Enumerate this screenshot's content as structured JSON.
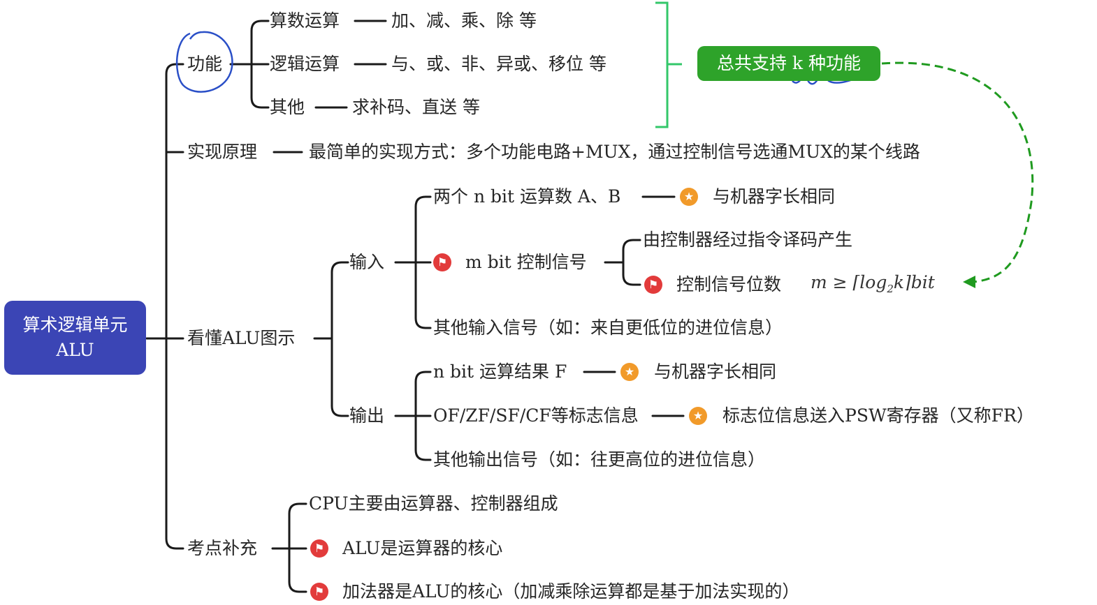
{
  "root": {
    "line1": "算术逻辑单元",
    "line2": "ALU"
  },
  "function": {
    "label": "功能",
    "items": [
      {
        "name": "算数运算",
        "desc": "加、减、乘、除 等"
      },
      {
        "name": "逻辑运算",
        "desc": "与、或、非、异或、移位 等"
      },
      {
        "name": "其他",
        "desc": "求补码、直送 等"
      }
    ],
    "summary": "总共支持 k 种功能"
  },
  "principle": {
    "label": "实现原理",
    "desc": "最简单的实现方式：多个功能电路+MUX，通过控制信号选通MUX的某个线路"
  },
  "diagram": {
    "label": "看懂ALU图示",
    "input": {
      "label": "输入",
      "operands": "两个 n bit 运算数 A、B",
      "operands_note": "与机器字长相同",
      "control": "m bit 控制信号",
      "control_source": "由控制器经过指令译码产生",
      "control_bits": "控制信号位数",
      "formula": {
        "lhs": "m ≥ ⌈log",
        "sub": "2",
        "rhs": "k⌉bit"
      },
      "other": "其他输入信号（如：来自更低位的进位信息）"
    },
    "output": {
      "label": "输出",
      "result": "n bit 运算结果 F",
      "result_note": "与机器字长相同",
      "flags": "OF/ZF/SF/CF等标志信息",
      "flags_note": "标志位信息送入PSW寄存器（又称FR）",
      "other": "其他输出信号（如：往更高位的进位信息）"
    }
  },
  "supplement": {
    "label": "考点补充",
    "items": [
      "CPU主要由运算器、控制器组成",
      "ALU是运算器的核心",
      "加法器是ALU的核心（加减乘除运算都是基于加法实现的）"
    ]
  },
  "colors": {
    "root": "#3b45b5",
    "pill": "#2ea32a",
    "flag": "#e23b3b",
    "star": "#f19a2a",
    "bracket": "#33c76a",
    "arrow": "#1f9a1f",
    "annotation": "#2a4fc7"
  },
  "icons": {
    "flag": "flag-icon",
    "star": "star-icon"
  }
}
